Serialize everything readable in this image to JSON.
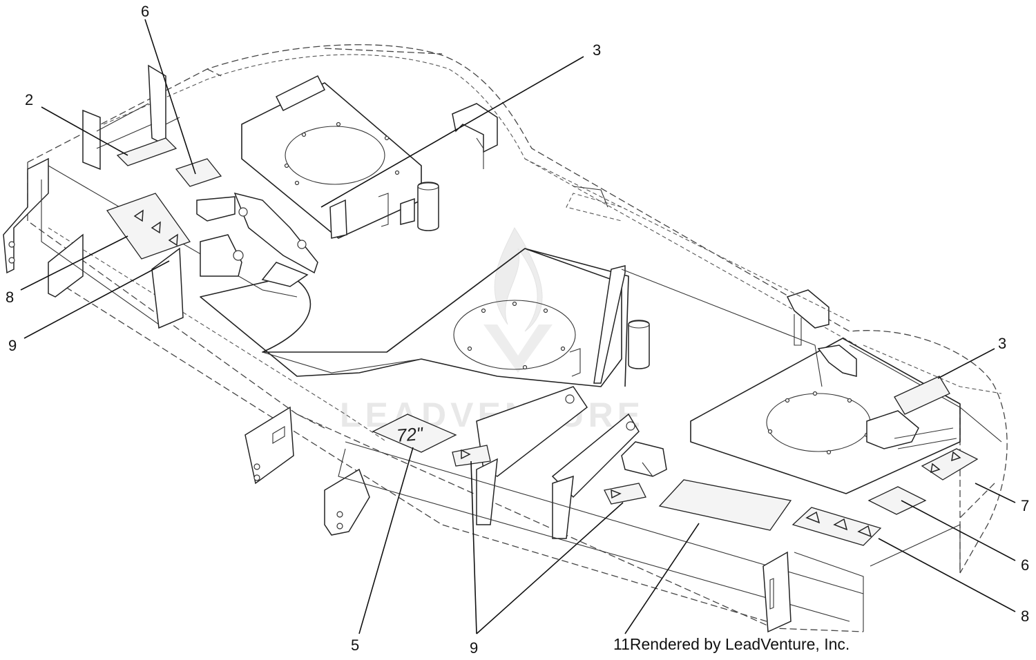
{
  "watermark": "LEADVENTURE",
  "decal_size_text": "72\"",
  "callouts": {
    "c2": "2",
    "c6_top": "6",
    "c3_top": "3",
    "c8_left": "8",
    "c9_left": "9",
    "c3_right": "3",
    "c7": "7",
    "c6_right": "6",
    "c8_right": "8",
    "c5": "5",
    "c9_bottom": "9",
    "c11": "11"
  },
  "footer": {
    "credit": "Rendered by LeadVenture, Inc."
  }
}
